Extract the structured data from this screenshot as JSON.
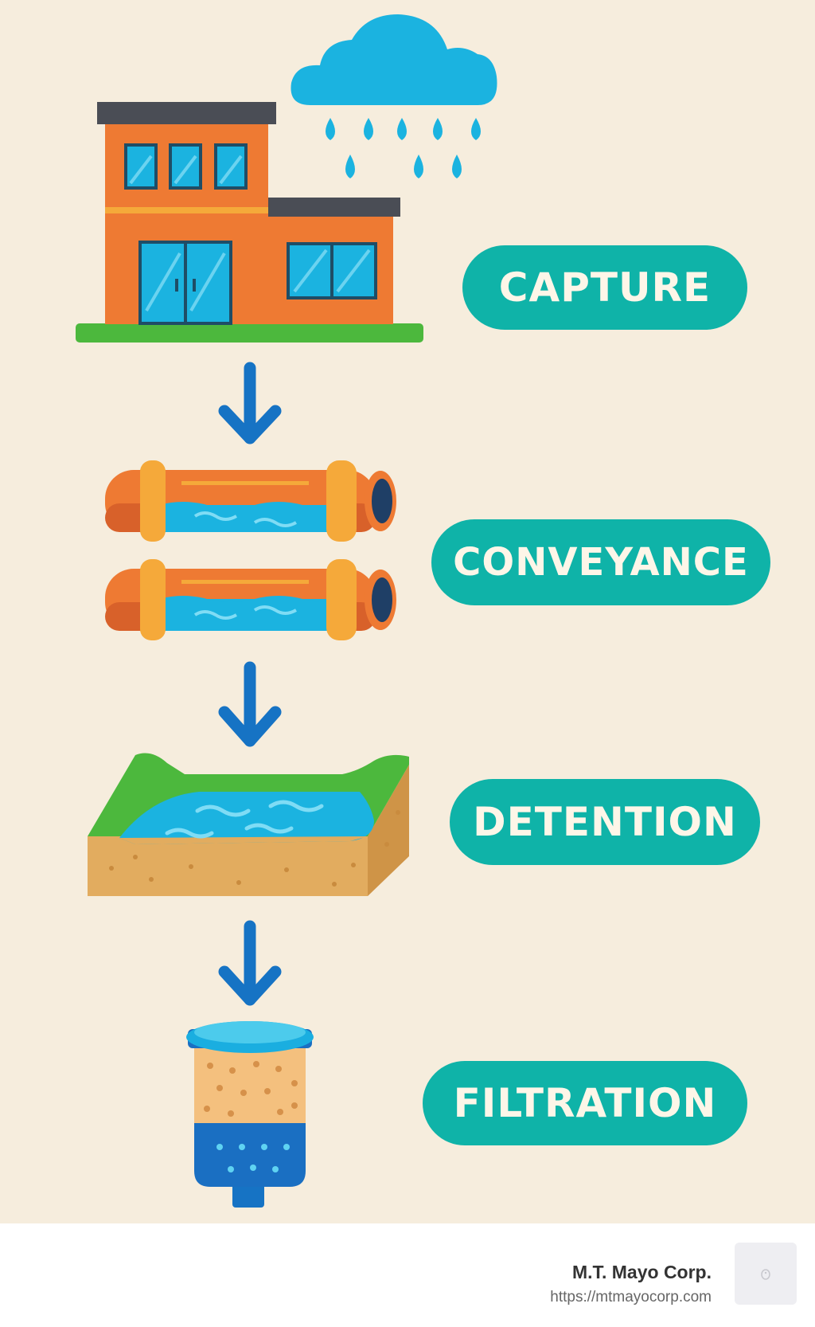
{
  "steps": [
    {
      "label": "CAPTURE",
      "icon": "building-rain-icon"
    },
    {
      "label": "CONVEYANCE",
      "icon": "pipes-icon"
    },
    {
      "label": "DETENTION",
      "icon": "detention-basin-icon"
    },
    {
      "label": "FILTRATION",
      "icon": "filter-cartridge-icon"
    }
  ],
  "footer": {
    "company": "M.T. Mayo Corp.",
    "url": "https://mtmayocorp.com"
  },
  "colors": {
    "background": "#f6eddd",
    "pill": "#0fb3a8",
    "pill_text": "#fdf6e8",
    "arrow": "#1673c4",
    "water": "#1aaee0",
    "orange": "#ee7a33"
  }
}
